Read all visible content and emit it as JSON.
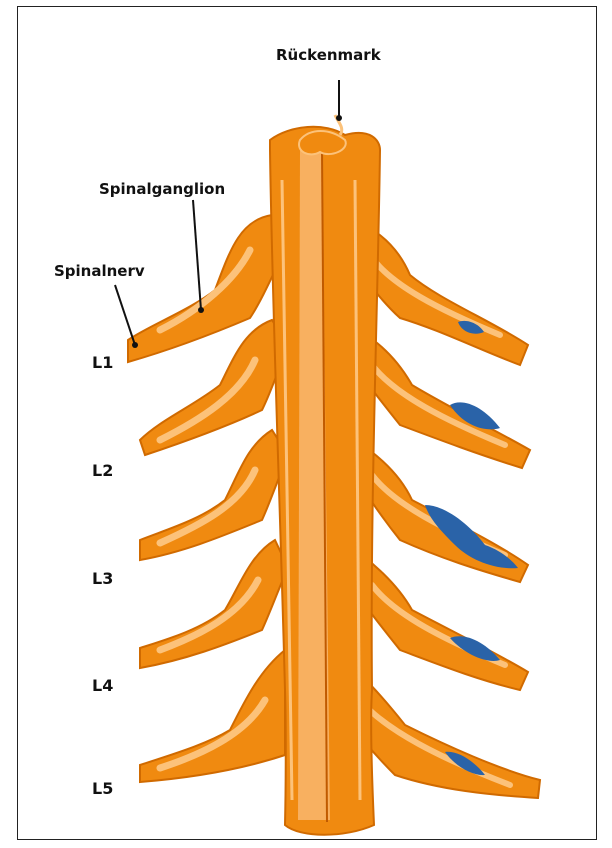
{
  "labels": {
    "spinal_cord": "Rückenmark",
    "spinal_ganglion": "Spinalganglion",
    "spinal_nerve": "Spinalnerv"
  },
  "levels": [
    "L1",
    "L2",
    "L3",
    "L4",
    "L5"
  ],
  "colors": {
    "nerve_main": "#f08a10",
    "nerve_dark": "#d06a00",
    "nerve_light": "#fcc27a",
    "cord_light": "#f8b060",
    "ganglion_blue": "#2a63a8",
    "outline": "#222222"
  }
}
